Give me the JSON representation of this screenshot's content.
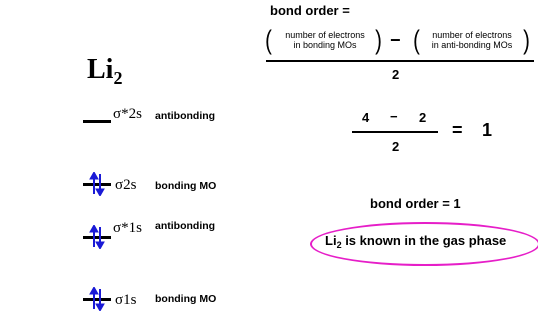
{
  "molecule": {
    "symbol": "Li",
    "subscript": "2"
  },
  "orbitals": [
    {
      "symbol": "σ*2s",
      "label": "antibonding",
      "electrons": 0
    },
    {
      "symbol": "σ2s",
      "label": "bonding MO",
      "electrons": 2
    },
    {
      "symbol": "σ*1s",
      "label": "antibonding",
      "electrons": 2
    },
    {
      "symbol": "σ1s",
      "label": "bonding MO",
      "electrons": 2
    }
  ],
  "formula": {
    "title": "bond order  =",
    "bonding_line1": "number of electrons",
    "bonding_line2": "in bonding MOs",
    "minus": "−",
    "antibonding_line1": "number of electrons",
    "antibonding_line2": "in anti-bonding MOs",
    "denominator": "2"
  },
  "calculation": {
    "numerator_left": "4",
    "minus": "−",
    "numerator_right": "2",
    "denominator": "2",
    "equals": "=",
    "result": "1"
  },
  "result_line": "bond order  =  1",
  "conclusion": {
    "prefix": "Li",
    "subscript": "2",
    "text": " is known in the gas phase"
  },
  "colors": {
    "arrow": "#1a1ad6",
    "ellipse": "#e61ec8"
  }
}
